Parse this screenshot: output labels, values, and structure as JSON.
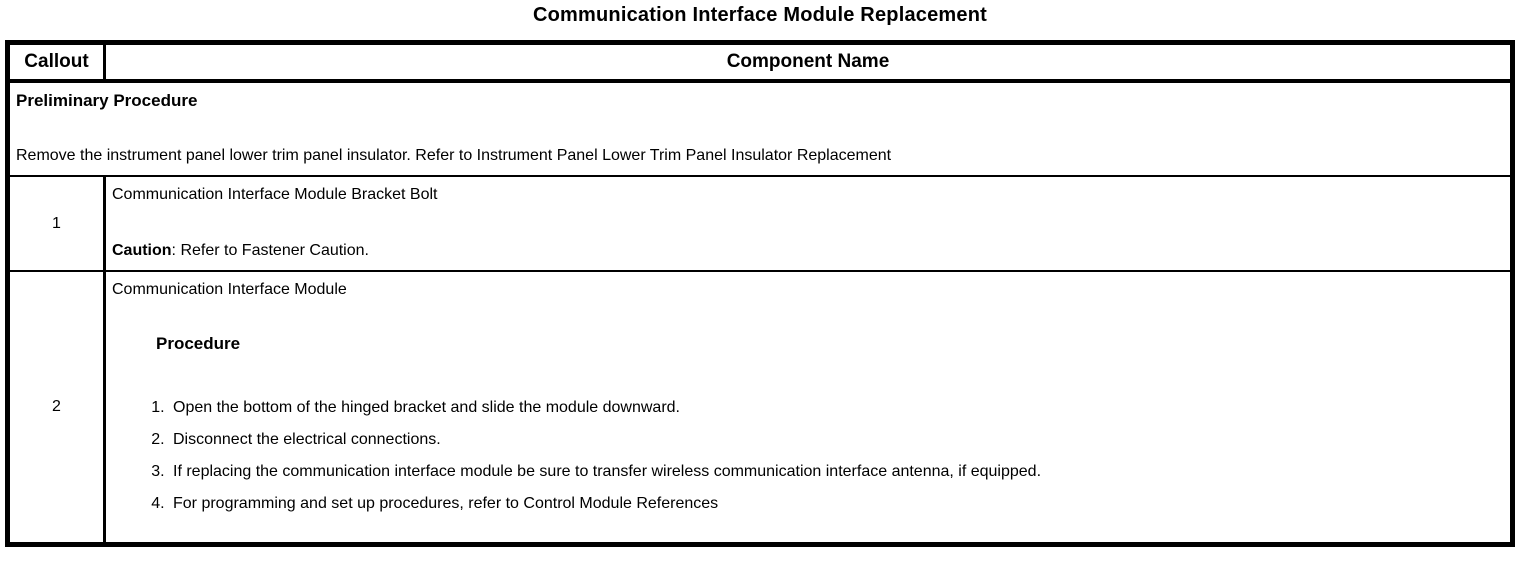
{
  "title": "Communication Interface Module Replacement",
  "table": {
    "headers": {
      "callout": "Callout",
      "component": "Component Name"
    },
    "preliminary": {
      "heading": "Preliminary Procedure",
      "text": "Remove the instrument panel lower trim panel insulator. Refer to Instrument Panel Lower Trim Panel Insulator Replacement"
    },
    "rows": [
      {
        "callout": "1",
        "component": "Communication Interface Module Bracket Bolt",
        "caution_label": "Caution",
        "caution_text": ": Refer to Fastener Caution."
      },
      {
        "callout": "2",
        "component": "Communication Interface Module",
        "procedure_label": "Procedure",
        "steps": [
          "Open the bottom of the hinged bracket and slide the module downward.",
          "Disconnect the electrical connections.",
          "If replacing the communication interface module be sure to transfer wireless communication interface antenna, if equipped.",
          "For programming and set up procedures, refer to Control Module References"
        ]
      }
    ]
  },
  "colors": {
    "border": "#000000",
    "background": "#ffffff",
    "text": "#000000"
  }
}
